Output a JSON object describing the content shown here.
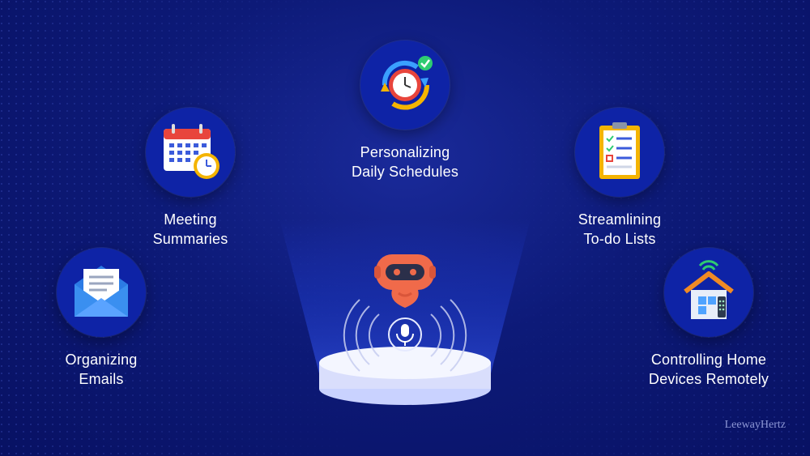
{
  "features": {
    "daily": {
      "line1": "Personalizing",
      "line2": "Daily Schedules",
      "icon": "clock-refresh-icon"
    },
    "meeting": {
      "line1": "Meeting",
      "line2": "Summaries",
      "icon": "calendar-clock-icon"
    },
    "todo": {
      "line1": "Streamlining",
      "line2": "To-do Lists",
      "icon": "checklist-clipboard-icon"
    },
    "emails": {
      "line1": "Organizing",
      "line2": "Emails",
      "icon": "envelope-icon"
    },
    "home": {
      "line1": "Controlling Home",
      "line2": "Devices Remotely",
      "icon": "smart-home-icon"
    }
  },
  "center": {
    "icon": "robot-assistant-icon",
    "mic_icon": "microphone-icon"
  },
  "watermark": "LeewayHertz",
  "colors": {
    "background": "#0d1a78",
    "circle": "#0e23a6",
    "robot": "#f06a4a",
    "text": "#ffffff"
  }
}
